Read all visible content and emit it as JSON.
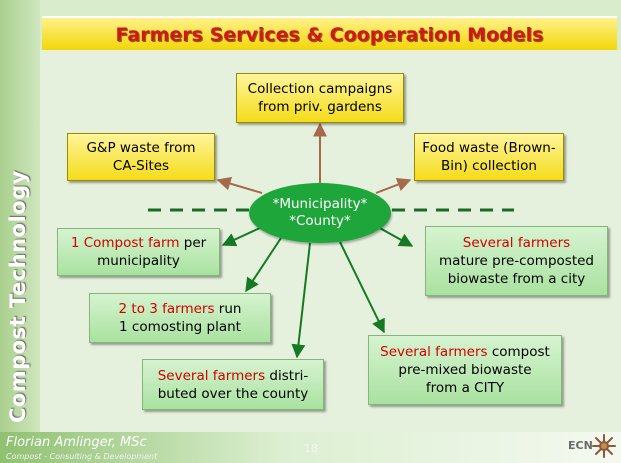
{
  "title": "Farmers Services & Cooperation Models",
  "sidebar_title": "Compost Technology",
  "hub": {
    "line1": "*Municipality*",
    "line2": "*County*"
  },
  "sources": [
    {
      "line1": "Collection campaigns",
      "line2": "from priv. gardens"
    },
    {
      "line1": "G&P waste from",
      "line2": "CA-Sites"
    },
    {
      "line1": "Food waste (Brown-",
      "line2": "Bin) collection"
    }
  ],
  "models": [
    {
      "red": "1 Compost farm",
      "rest1": " per",
      "line2": "municipality"
    },
    {
      "red": "2 to 3 farmers",
      "rest1": " run",
      "line2": "1 comosting plant"
    },
    {
      "red": "Several farmers",
      "rest1": " distri-",
      "line2": "buted over the county"
    },
    {
      "red": "Several farmers",
      "rest1": " compost",
      "line2": "pre-mixed biowaste",
      "line3": "from a CITY"
    },
    {
      "red": "Several farmers",
      "rest1": "",
      "line2": "mature pre-composted",
      "line3": "biowaste from a city"
    }
  ],
  "footer": {
    "author": "Florian Amlinger, MSc",
    "company": "Compost - Consulting & Development",
    "page": "18",
    "logo": "ECN"
  },
  "colors": {
    "title_red": "#d0171d",
    "title_bar_yellow": "#f2d400",
    "hub_green": "#1ea63a",
    "arrow_brown": "#a46a4b",
    "arrow_green": "#157a23",
    "model_red": "#d40000"
  }
}
